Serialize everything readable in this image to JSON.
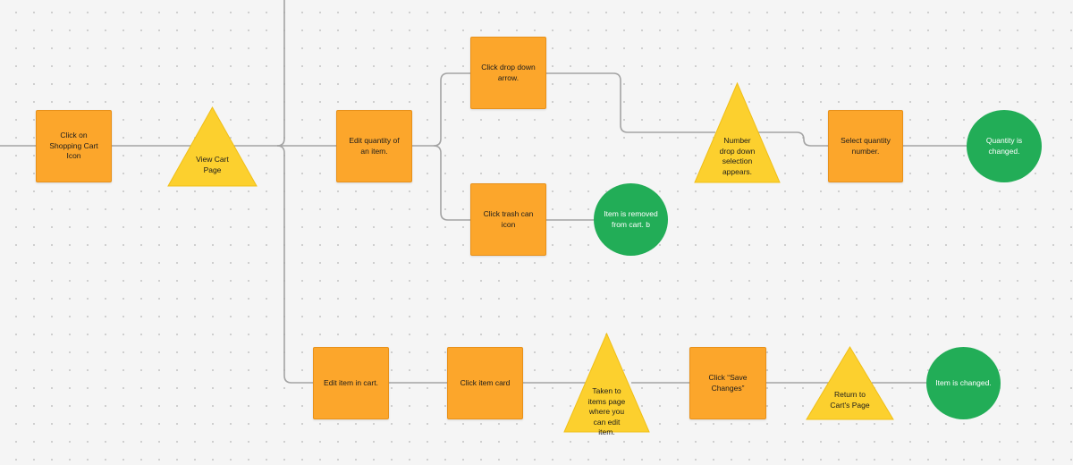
{
  "diagram": {
    "colors": {
      "action": "#fca62b",
      "decision": "#fcd02e",
      "outcome": "#22ad57",
      "connector": "#a3a3a3",
      "canvas": "#f5f5f5"
    },
    "nodes": {
      "click_cart_icon": "Click on Shopping Cart Icon",
      "view_cart_page": "View Cart Page",
      "edit_quantity": "Edit quantity of an item.",
      "click_drop_down": "Click drop down arrow.",
      "number_drop_down": "Number drop down selection appears.",
      "select_quantity": "Select quantity number.",
      "quantity_changed": "Quantity is changed.",
      "click_trash": "Click trash can icon",
      "item_removed": "Item is removed from cart. b",
      "edit_item": "Edit item in cart.",
      "click_item_card": "Click item card",
      "taken_to_items": "Taken to items page where you can edit item.",
      "click_save": "Click “Save Changes”",
      "return_to_cart": "Return to Cart's Page",
      "item_changed": "Item is changed."
    }
  }
}
